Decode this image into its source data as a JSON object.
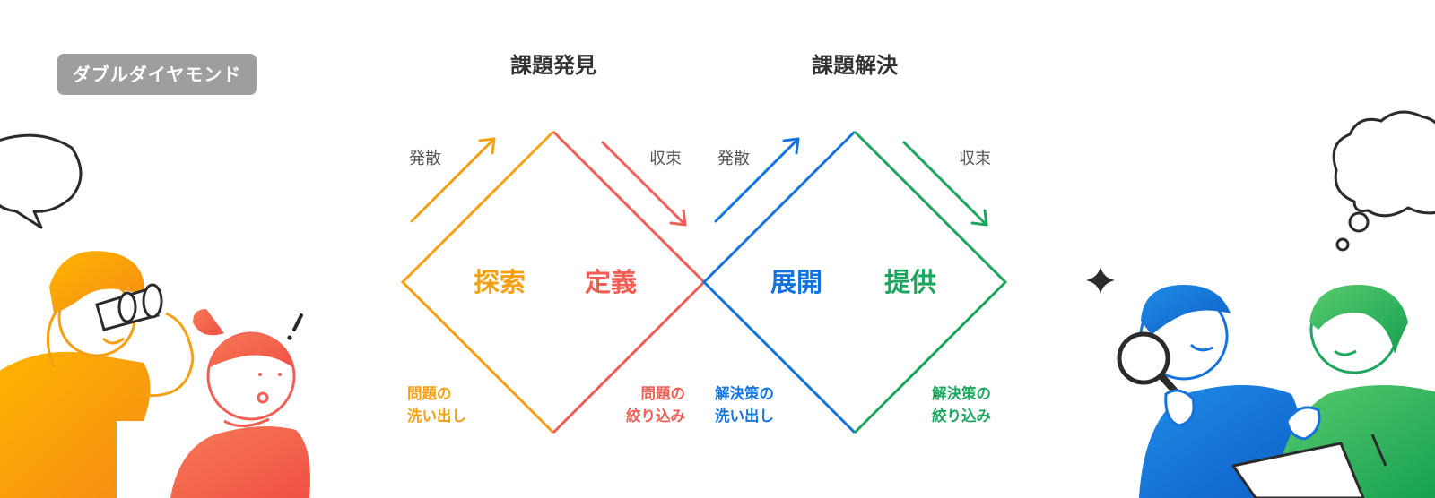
{
  "badge": "ダブルダイヤモンド",
  "colors": {
    "orange": "#F5A014",
    "red": "#F05F55",
    "blue": "#1473DC",
    "green": "#1EA55F",
    "text": "#333333",
    "badge_bg": "#9E9E9E"
  },
  "diamonds": [
    {
      "title": "課題発見",
      "left_dir": "発散",
      "right_dir": "収束",
      "left_phase": "探索",
      "right_phase": "定義",
      "left_note": [
        "問題の",
        "洗い出し"
      ],
      "right_note": [
        "問題の",
        "絞り込み"
      ]
    },
    {
      "title": "課題解決",
      "left_dir": "発散",
      "right_dir": "収束",
      "left_phase": "展開",
      "right_phase": "提供",
      "left_note": [
        "解決策の",
        "洗い出し"
      ],
      "right_note": [
        "解決策の",
        "絞り込み"
      ]
    }
  ],
  "illustrations": {
    "left": [
      "speech-bubble-icon",
      "person-with-binoculars",
      "thinking-girl"
    ],
    "right": [
      "thought-cloud-icon",
      "sparkle-icon",
      "person-with-magnifier",
      "person-with-tablet"
    ]
  }
}
